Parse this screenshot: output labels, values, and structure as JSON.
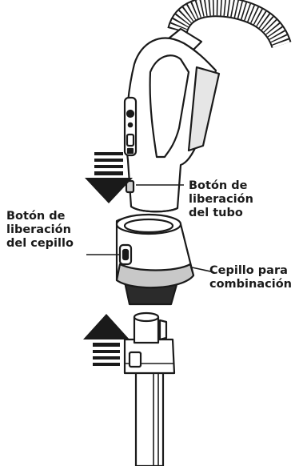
{
  "labels": {
    "hose_release": {
      "lines": [
        "Botón de",
        "liberación",
        "del tubo"
      ]
    },
    "brush_release": {
      "lines": [
        "Botón de",
        "liberación",
        "del cepillo"
      ]
    },
    "combo_brush": {
      "lines": [
        "Cepillo para",
        "combinación"
      ]
    }
  },
  "colors": {
    "ink": "#1a1a1a",
    "body_fill": "#ffffff",
    "shade": "#c8c8c8",
    "bristle": "#2b2b2b"
  }
}
